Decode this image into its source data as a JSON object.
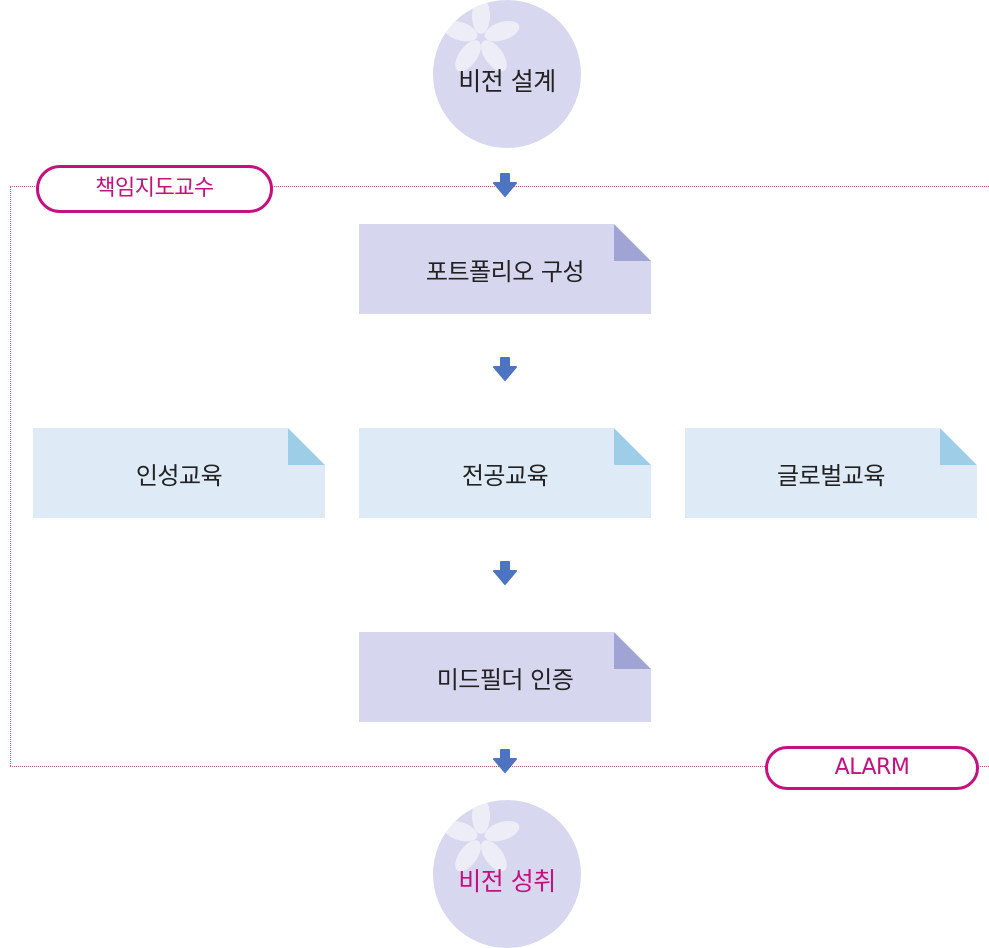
{
  "colors": {
    "accent_magenta": "#c7107f",
    "frame_dotted": "#d84a7a",
    "circle_fill": "#d7d8ef",
    "note_purple": "#d6d7ef",
    "note_purple_fold": "#9fa4d4",
    "note_blue": "#deebf7",
    "note_blue_fold": "#9ecde8",
    "arrow_blue": "#4d74c3"
  },
  "start": {
    "label": "비전 설계",
    "label_color": "#222222"
  },
  "end": {
    "label": "비전 성취",
    "label_color": "#c7107f"
  },
  "badges": {
    "professor": "책임지도교수",
    "alarm": "ALARM"
  },
  "steps": {
    "portfolio": "포트폴리오 구성",
    "character": "인성교육",
    "major": "전공교육",
    "global": "글로벌교육",
    "midfielder": "미드필더 인증"
  },
  "icons": {
    "arrow": "arrow-down-icon",
    "flower": "flower-icon"
  }
}
